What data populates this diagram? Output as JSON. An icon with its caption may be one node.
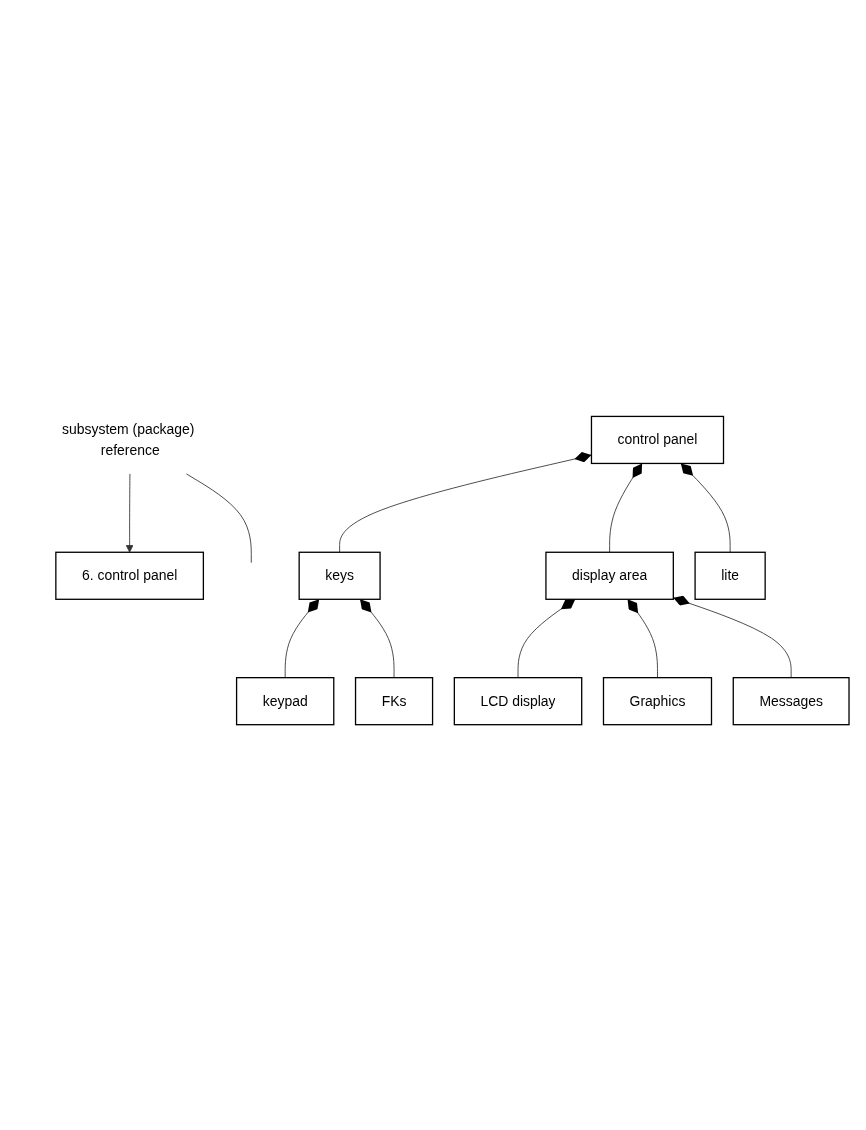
{
  "diagram": {
    "nodes": [
      {
        "text": [
          "6. control panel"
        ]
      },
      {
        "text": [
          "subsystem (package) reference"
        ]
      },
      {
        "text": [
          "control panel"
        ]
      },
      {
        "text": [
          "keys"
        ]
      },
      {
        "text": [
          "display area"
        ]
      },
      {
        "text": [
          "lite"
        ]
      },
      {
        "text": [
          "keypad"
        ]
      },
      {
        "text": [
          "FKs"
        ]
      },
      {
        "text": [
          "LCD display"
        ]
      },
      {
        "text": [
          "Graphics"
        ]
      },
      {
        "text": [
          "Messages"
        ]
      }
    ],
    "edges": [
      {
        "from": 1,
        "to": 0,
        "arrow": "to"
      },
      {
        "from": 1,
        "to": null,
        "arrow": "none"
      },
      {
        "from": 2,
        "to": 3,
        "arrow": "other"
      },
      {
        "from": 2,
        "to": 4,
        "arrow": "other"
      },
      {
        "from": 2,
        "to": 5,
        "arrow": "other"
      },
      {
        "from": 3,
        "to": 6,
        "arrow": "other"
      },
      {
        "from": 3,
        "to": 7,
        "arrow": "other"
      },
      {
        "from": 4,
        "to": 8,
        "arrow": "other"
      },
      {
        "from": 4,
        "to": 9,
        "arrow": "other"
      },
      {
        "from": 4,
        "to": 10,
        "arrow": "other"
      }
    ]
  }
}
